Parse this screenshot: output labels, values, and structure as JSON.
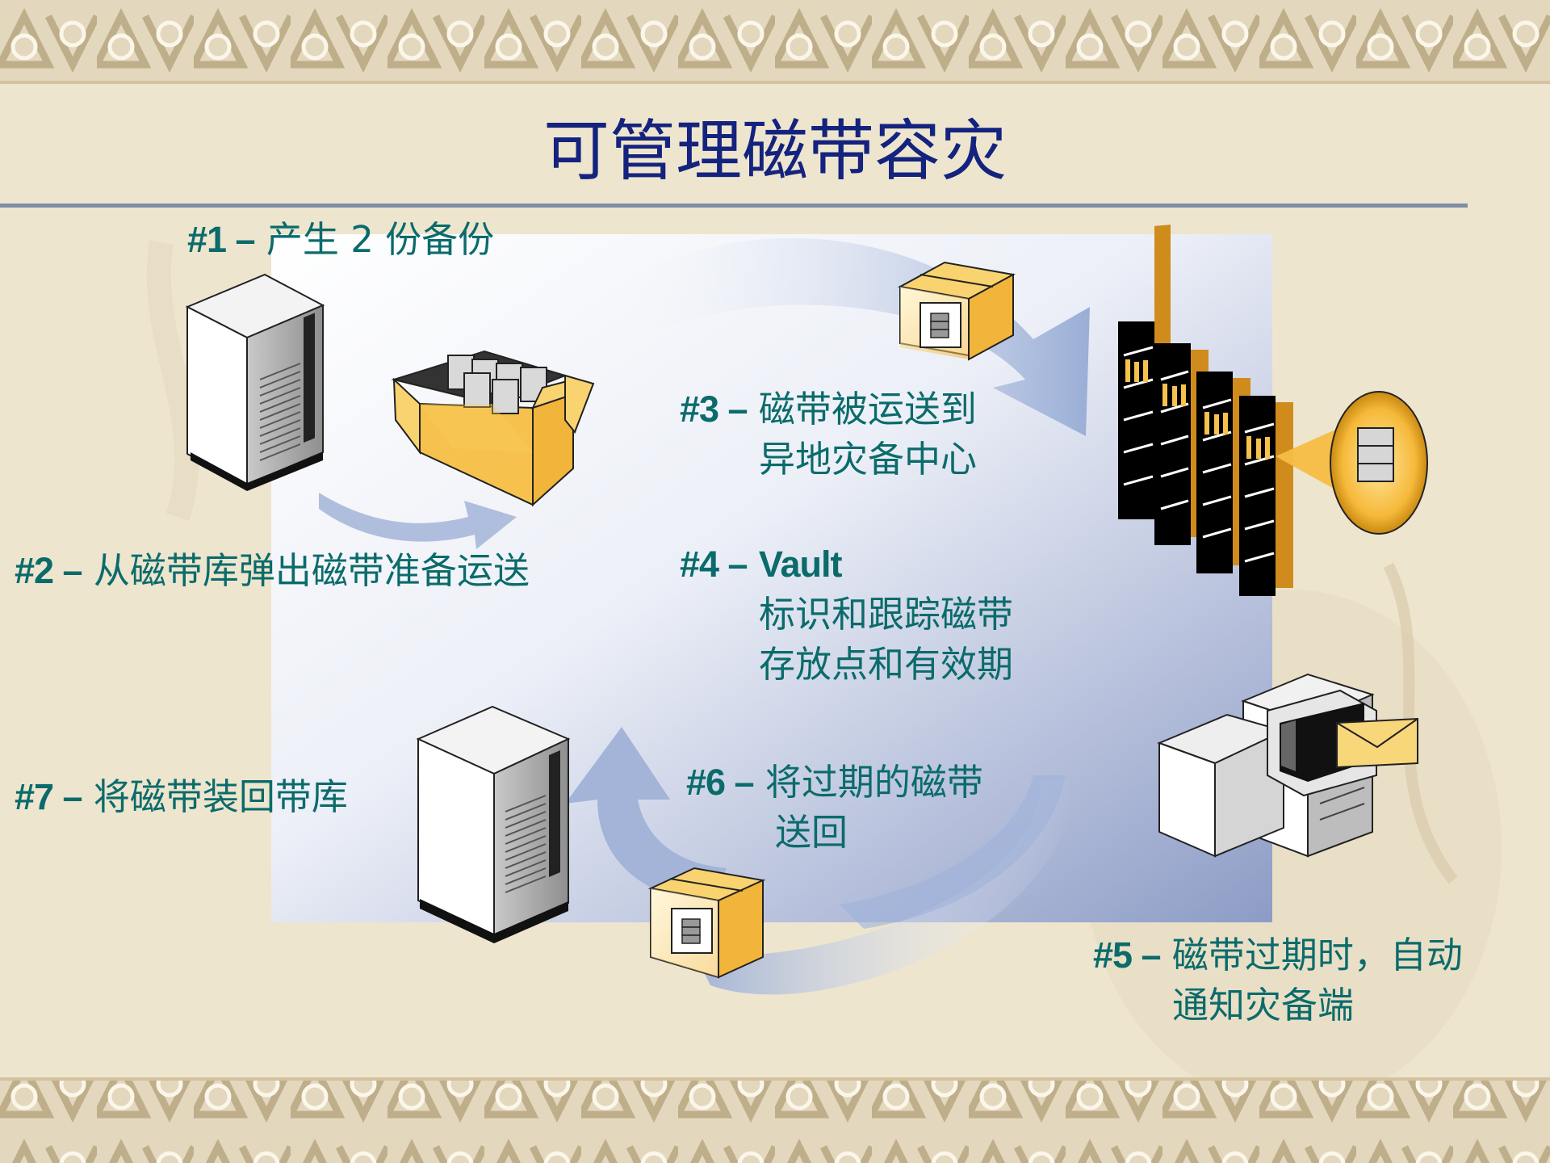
{
  "slide": {
    "title": "可管理磁带容灾",
    "colors": {
      "title": "#14237e",
      "label": "#0b6b6b",
      "background": "#efe6d2",
      "border_band": "#d9ccb0",
      "rule": "#7d8fa6",
      "arrow": "#a3b4d8",
      "box": "#f9d36f"
    },
    "steps": [
      {
        "num": "#1 –",
        "lines": [
          "产生 2 份备份"
        ]
      },
      {
        "num": "#2 –",
        "lines": [
          "从磁带库弹出磁带准备运送"
        ]
      },
      {
        "num": "#3 –",
        "lines": [
          "磁带被运送到",
          "异地灾备中心"
        ]
      },
      {
        "num": "#4 –",
        "head": "Vault",
        "lines": [
          "标识和跟踪磁带",
          "存放点和有效期"
        ]
      },
      {
        "num": "#5 –",
        "lines": [
          "磁带过期时，自动",
          "通知灾备端"
        ]
      },
      {
        "num": "#6 –",
        "lines": [
          "将过期的磁带",
          "送回"
        ]
      },
      {
        "num": "#7 –",
        "lines": [
          "将磁带装回带库"
        ]
      }
    ],
    "icons": [
      "backup-server-icon",
      "open-tape-box-icon",
      "tape-shipping-box-icon",
      "offsite-vault-shelves-icon",
      "tape-spotlight-icon",
      "notification-workstation-icon",
      "envelope-icon",
      "return-tape-box-icon",
      "restore-server-icon"
    ]
  }
}
